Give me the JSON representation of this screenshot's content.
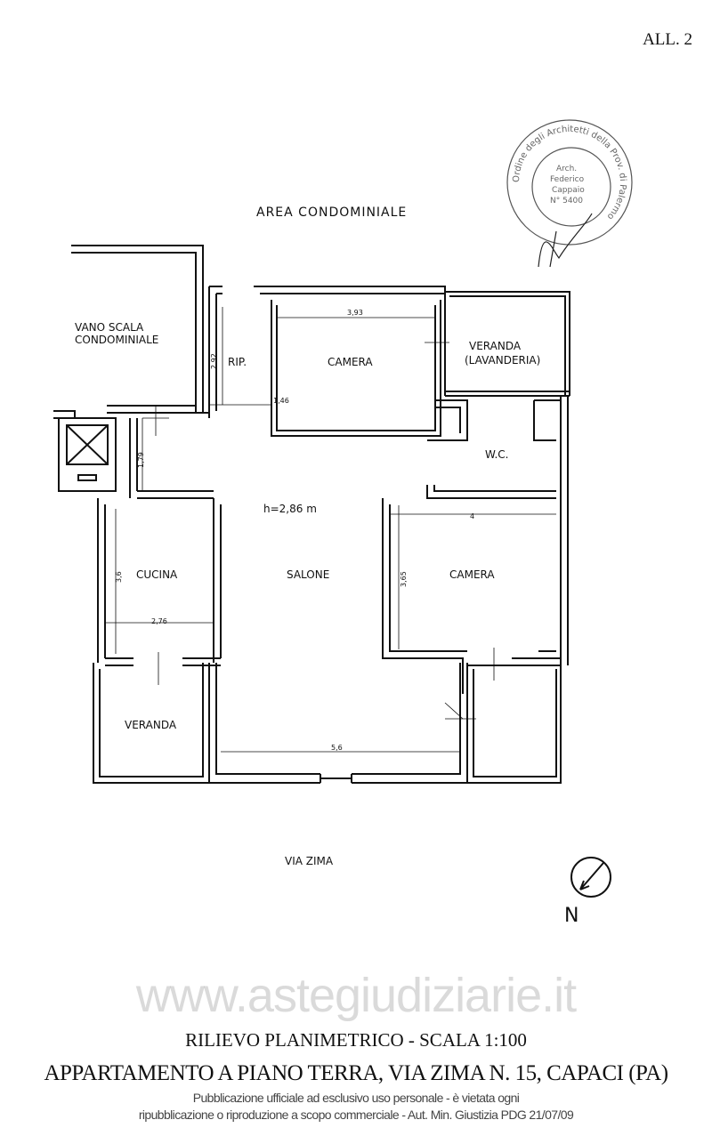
{
  "header": {
    "attachment": "ALL. 2"
  },
  "plan": {
    "area_label": "AREA CONDOMINIALE",
    "stair_label_1": "VANO SCALA",
    "stair_label_2": "CONDOMINIALE",
    "rooms": {
      "rip": "RIP.",
      "camera_top": "CAMERA",
      "veranda_lav_1": "VERANDA",
      "veranda_lav_2": "(LAVANDERIA)",
      "wc": "W.C.",
      "cucina": "CUCINA",
      "salone": "SALONE",
      "camera_right": "CAMERA",
      "veranda": "VERANDA"
    },
    "height": "h=2,86 m",
    "dimensions": {
      "d393": "3,93",
      "d292": "2,92",
      "d146": "1,46",
      "d179": "1,79",
      "d4": "4",
      "d36": "3,6",
      "d365": "3,65",
      "d276": "2,76",
      "d56": "5,6"
    },
    "street": "VIA ZIMA",
    "north": "N"
  },
  "stamp": {
    "ring_text": "Ordine degli Architetti della Prov. di Palermo",
    "inner": [
      "Arch.",
      "Federico",
      "Cappaio",
      "N° 5400"
    ]
  },
  "watermark": "www.astegiudiziarie.it",
  "footer": {
    "title": "RILIEVO PLANIMETRICO - SCALA 1:100",
    "subtitle": "APPARTAMENTO A PIANO TERRA, VIA ZIMA N. 15, CAPACI (PA)",
    "notice_1": "Pubblicazione ufficiale ad esclusivo uso personale - è vietata ogni",
    "notice_2": "ripubblicazione o riproduzione a scopo commerciale - Aut. Min. Giustizia PDG 21/07/09"
  }
}
